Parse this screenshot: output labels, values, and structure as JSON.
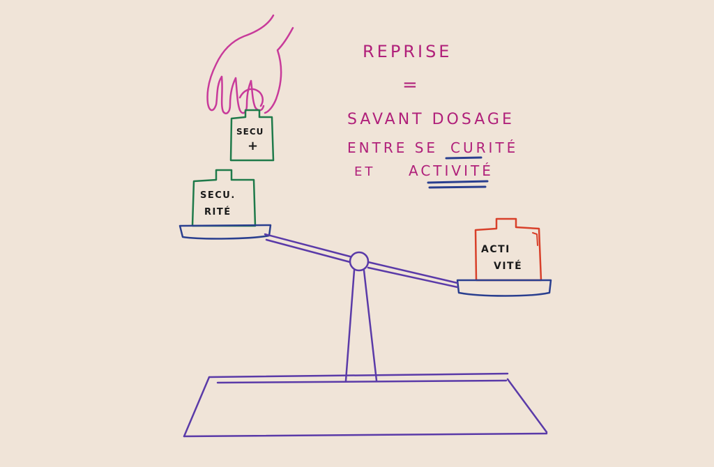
{
  "title": {
    "line1": "REPRISE",
    "equals": "=",
    "line2": "SAVANT DOSAGE",
    "line3_prefix": "ENTRE SE",
    "line3_highlight": "CURITÉ",
    "line4_prefix": "ET",
    "line4_highlight": "ACTIVITÉ"
  },
  "weights": {
    "held": {
      "line1": "SECU",
      "line2": "+"
    },
    "left": {
      "line1": "SECU.",
      "line2": "RITÉ"
    },
    "right": {
      "line1": "ACTI",
      "line2": "VITÉ"
    }
  },
  "colors": {
    "background": "#f0e4d8",
    "title_ink": "#b0207a",
    "hand_ink": "#c83a9a",
    "scale_ink": "#5a3aa8",
    "pan_ink": "#2a3f8f",
    "security_ink": "#1f7a4a",
    "activity_ink": "#d8402a",
    "label_ink": "#1a1a1a",
    "underline_ink": "#2a3f8f"
  },
  "icons": [
    "hand-icon",
    "balance-scale-icon"
  ]
}
